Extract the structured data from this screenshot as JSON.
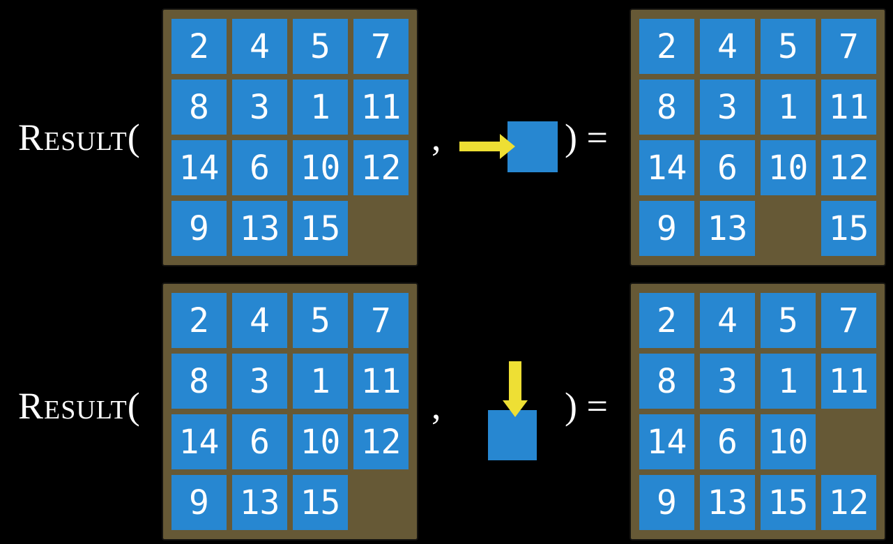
{
  "colors": {
    "background": "#000000",
    "frame": "#665936",
    "frame_border": "#141310",
    "tile": "#2787d1",
    "tile_text": "#ffffff",
    "arrow": "#eedf34",
    "text": "#ffffff"
  },
  "function_label": "Result(",
  "comma": ",",
  "close_paren_equals": ") =",
  "examples": [
    {
      "id": "move-right",
      "action_icon": "arrow-right-into-blank-tile",
      "input_grid": [
        [
          "2",
          "4",
          "5",
          "7"
        ],
        [
          "8",
          "3",
          "1",
          "11"
        ],
        [
          "14",
          "6",
          "10",
          "12"
        ],
        [
          "9",
          "13",
          "15",
          ""
        ]
      ],
      "output_grid": [
        [
          "2",
          "4",
          "5",
          "7"
        ],
        [
          "8",
          "3",
          "1",
          "11"
        ],
        [
          "14",
          "6",
          "10",
          "12"
        ],
        [
          "9",
          "13",
          "",
          "15"
        ]
      ]
    },
    {
      "id": "move-down",
      "action_icon": "arrow-down-into-blank-tile",
      "input_grid": [
        [
          "2",
          "4",
          "5",
          "7"
        ],
        [
          "8",
          "3",
          "1",
          "11"
        ],
        [
          "14",
          "6",
          "10",
          "12"
        ],
        [
          "9",
          "13",
          "15",
          ""
        ]
      ],
      "output_grid": [
        [
          "2",
          "4",
          "5",
          "7"
        ],
        [
          "8",
          "3",
          "1",
          "11"
        ],
        [
          "14",
          "6",
          "10",
          ""
        ],
        [
          "9",
          "13",
          "15",
          "12"
        ]
      ]
    }
  ]
}
